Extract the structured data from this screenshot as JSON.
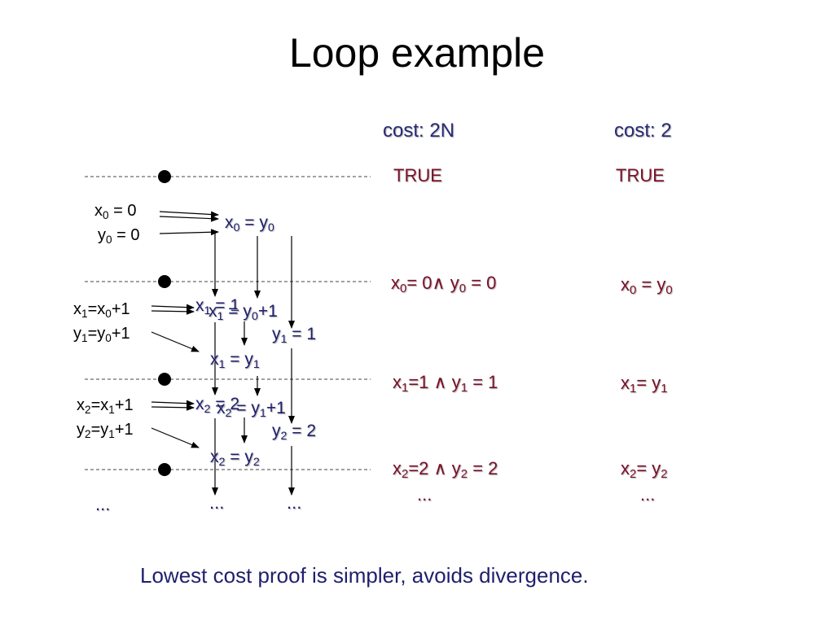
{
  "title": "Loop example",
  "columns": [
    {
      "header": "cost: 2N",
      "rows": [
        "TRUE",
        "x₀= 0∧ y₀ = 0",
        "x₁=1 ∧ y₁ = 1",
        "x₂=2 ∧ y₂ = 2"
      ],
      "ellipsis": "..."
    },
    {
      "header": "cost: 2",
      "rows": [
        "TRUE",
        "x₀ = y₀",
        "x₁= y₁",
        "x₂= y₂"
      ],
      "ellipsis": "..."
    }
  ],
  "statements": [
    {
      "line1": "x₀ = 0",
      "line2": "y₀ = 0"
    },
    {
      "line1": "x₁=x₀+1",
      "line2": "y₁=y₀+1"
    },
    {
      "line1": "x₂=x₁+1",
      "line2": "y₂=y₁+1"
    }
  ],
  "diagram_labels": {
    "x0_eq_y0": "x₀ = y₀",
    "x1_eq_1": "x₁ = 1",
    "x1_eq_y0p1": "x₁ = y₀+1",
    "y1_eq_1": "y₁ = 1",
    "x1_eq_y1": "x₁ = y₁",
    "x2_eq_2": "x₂ = 2",
    "x2_eq_y1p1": "x₂ = y₁+1",
    "y2_eq_2": "y₂ = 2",
    "x2_eq_y2": "x₂ = y₂"
  },
  "ellipses": {
    "left": "...",
    "col_a": "...",
    "col_b": "..."
  },
  "footer": "Lowest cost proof is simpler, avoids divergence."
}
